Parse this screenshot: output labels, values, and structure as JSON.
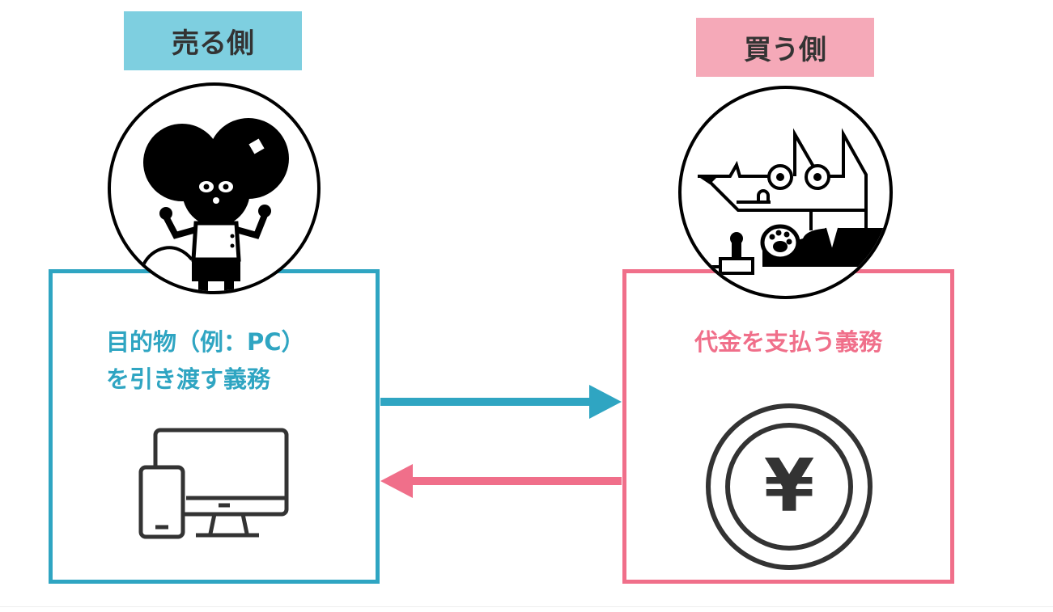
{
  "seller": {
    "label": "売る側",
    "duty_line1": "目的物（例：PC）",
    "duty_line2": "を引き渡す義務",
    "icon": "devices-icon",
    "character": "mouse-character"
  },
  "buyer": {
    "label": "買う側",
    "duty_line1": "代金を支払う義務",
    "icon": "yen-coin-icon",
    "yen_symbol": "¥",
    "character": "wolf-character"
  },
  "colors": {
    "seller": "#2fa5c2",
    "seller_label_bg": "#7ecfe0",
    "buyer": "#f06f8a",
    "buyer_label_bg": "#f5a9b8"
  }
}
